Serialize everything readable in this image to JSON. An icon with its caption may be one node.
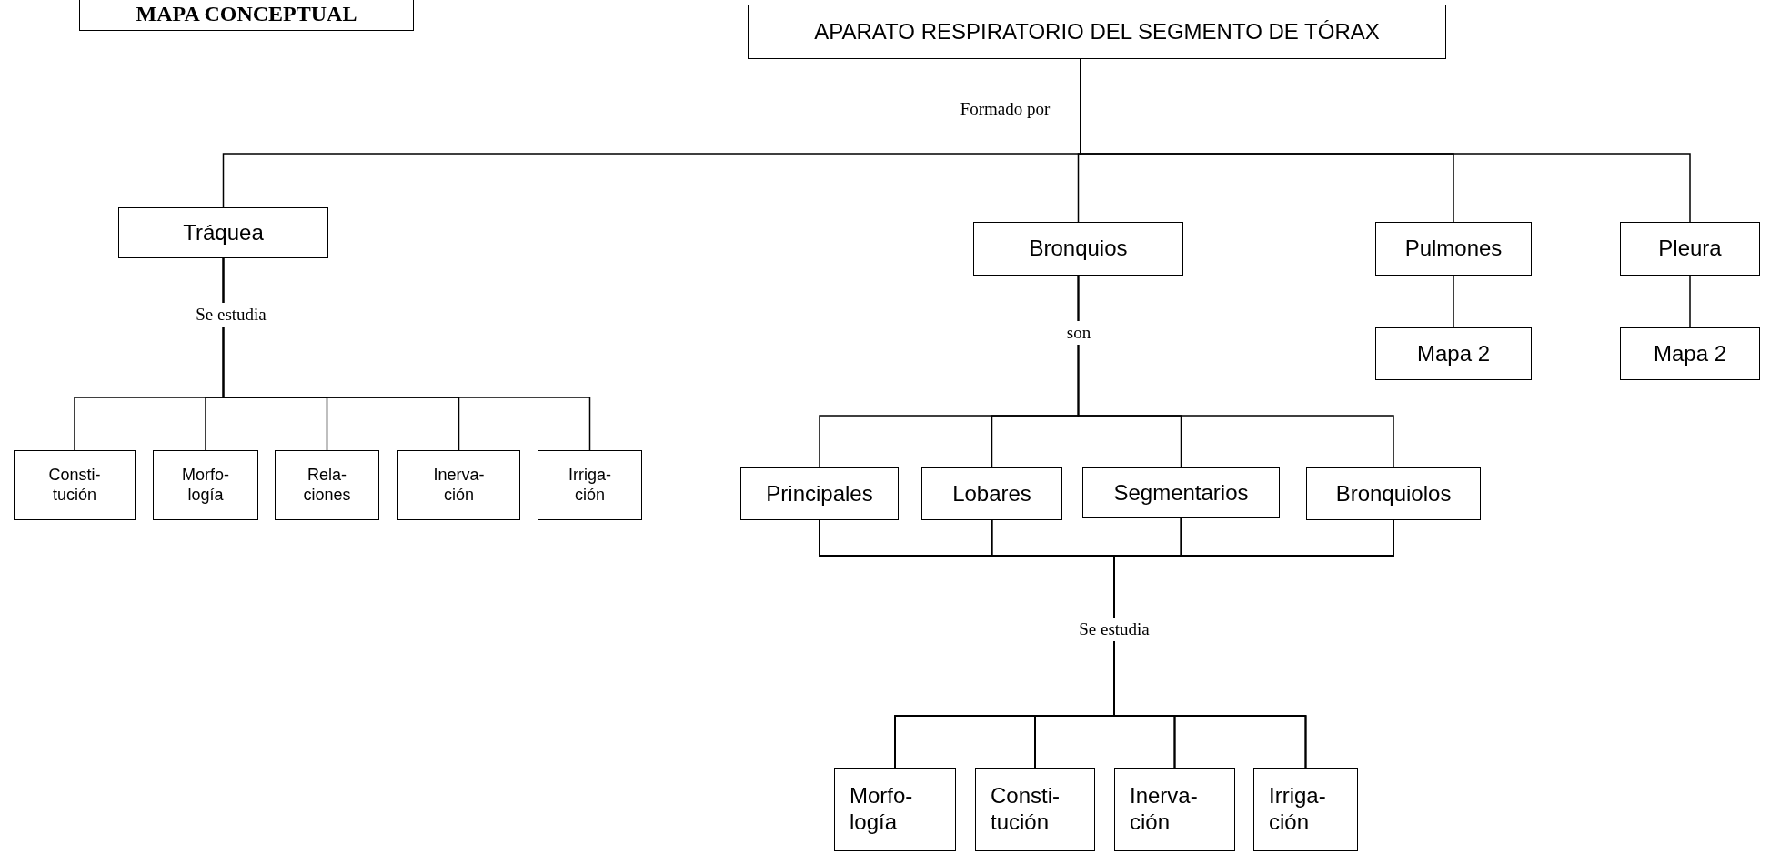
{
  "diagram": {
    "title": "MAPA CONCEPTUAL",
    "nodes": [
      {
        "text": [
          "APARATO RESPIRATORIO DEL SEGMENTO DE TÓRAX"
        ]
      },
      {
        "text": [
          "Tráquea"
        ]
      },
      {
        "text": [
          "Bronquios"
        ]
      },
      {
        "text": [
          "Pulmones"
        ]
      },
      {
        "text": [
          "Pleura"
        ]
      },
      {
        "text": [
          "Mapa 2"
        ]
      },
      {
        "text": [
          "Mapa 2"
        ]
      },
      {
        "text": [
          "Consti- tución"
        ]
      },
      {
        "text": [
          "Morfo- logía"
        ]
      },
      {
        "text": [
          "Rela- ciones"
        ]
      },
      {
        "text": [
          "Inerva- ción"
        ]
      },
      {
        "text": [
          "Irriga- ción"
        ]
      },
      {
        "text": [
          "Principales"
        ]
      },
      {
        "text": [
          "Lobares"
        ]
      },
      {
        "text": [
          "Segmentarios"
        ]
      },
      {
        "text": [
          "Bronquiolos"
        ]
      },
      {
        "text": [
          "Morfo- logía"
        ]
      },
      {
        "text": [
          "Consti- tución"
        ]
      },
      {
        "text": [
          "Inerva- ción"
        ]
      },
      {
        "text": [
          "Irriga- ción"
        ]
      }
    ],
    "edges": [
      {
        "from": 0,
        "to": 1,
        "arrow": "none",
        "label": "Formado por"
      },
      {
        "from": 0,
        "to": 2,
        "arrow": "none"
      },
      {
        "from": 0,
        "to": 3,
        "arrow": "none"
      },
      {
        "from": 0,
        "to": 4,
        "arrow": "none"
      },
      {
        "from": 1,
        "to": 7,
        "arrow": "none",
        "label": "Se estudia"
      },
      {
        "from": 1,
        "to": 8,
        "arrow": "none"
      },
      {
        "from": 1,
        "to": 9,
        "arrow": "none"
      },
      {
        "from": 1,
        "to": 10,
        "arrow": "none"
      },
      {
        "from": 1,
        "to": 11,
        "arrow": "none"
      },
      {
        "from": 2,
        "to": 12,
        "arrow": "none",
        "label": "son"
      },
      {
        "from": 2,
        "to": 13,
        "arrow": "none"
      },
      {
        "from": 2,
        "to": 14,
        "arrow": "none"
      },
      {
        "from": 2,
        "to": 15,
        "arrow": "none"
      },
      {
        "from": 3,
        "to": 5,
        "arrow": "none"
      },
      {
        "from": 4,
        "to": 6,
        "arrow": "none"
      },
      {
        "from": 12,
        "to": 16,
        "arrow": "none",
        "label": "Se estudia"
      },
      {
        "from": 12,
        "to": 17,
        "arrow": "none"
      },
      {
        "from": 12,
        "to": 18,
        "arrow": "none"
      },
      {
        "from": 12,
        "to": 19,
        "arrow": "none"
      },
      {
        "from": 13,
        "to": 16,
        "arrow": "none"
      },
      {
        "from": 13,
        "to": 17,
        "arrow": "none"
      },
      {
        "from": 13,
        "to": 18,
        "arrow": "none"
      },
      {
        "from": 13,
        "to": 19,
        "arrow": "none"
      },
      {
        "from": 14,
        "to": 16,
        "arrow": "none"
      },
      {
        "from": 14,
        "to": 17,
        "arrow": "none"
      },
      {
        "from": 14,
        "to": 18,
        "arrow": "none"
      },
      {
        "from": 14,
        "to": 19,
        "arrow": "none"
      },
      {
        "from": 15,
        "to": 16,
        "arrow": "none"
      },
      {
        "from": 15,
        "to": 17,
        "arrow": "none"
      },
      {
        "from": 15,
        "to": 18,
        "arrow": "none"
      },
      {
        "from": 15,
        "to": 19,
        "arrow": "none"
      }
    ]
  }
}
